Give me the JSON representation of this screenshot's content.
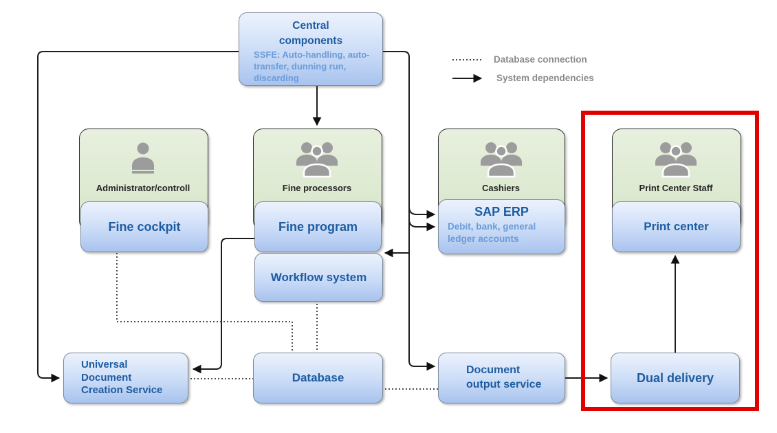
{
  "legend": [
    {
      "style": "dotted-line",
      "label": "Database connection"
    },
    {
      "style": "solid-arrow",
      "label": "System dependencies"
    }
  ],
  "central": {
    "title": "Central components",
    "subtitle": "SSFE: Auto-handling, auto-transfer, dunning run, discarding"
  },
  "groups": [
    {
      "actor": "Administrator/controll",
      "icon": "person-icon",
      "boxes": [
        {
          "title": "Fine cockpit"
        }
      ]
    },
    {
      "actor": "Fine processors",
      "icon": "people-icon",
      "boxes": [
        {
          "title": "Fine program"
        },
        {
          "title": "Workflow system"
        }
      ]
    },
    {
      "actor": "Cashiers",
      "icon": "people-icon",
      "boxes": [
        {
          "title": "SAP ERP",
          "subtitle": "Debit, bank, general ledger accounts"
        }
      ]
    },
    {
      "actor": "Print Center Staff",
      "icon": "people-icon",
      "boxes": [
        {
          "title": "Print center"
        }
      ]
    }
  ],
  "services": [
    {
      "title": "Universal Document Creation Service"
    },
    {
      "title": "Database"
    },
    {
      "title": "Document output service"
    },
    {
      "title": "Dual delivery"
    }
  ],
  "colors": {
    "highlight_red": "#e00000",
    "title_blue": "#1e5ca0",
    "subtitle_blue": "#6b9bd7",
    "line_black": "#1c1c1c",
    "legend_gray": "#8a8a8a",
    "icon_gray": "#9c9c9c"
  }
}
